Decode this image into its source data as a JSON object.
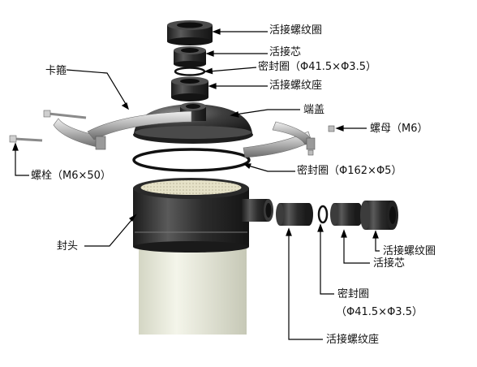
{
  "labels": {
    "union_nut_top": "活接螺纹圈",
    "union_core_top": "活接芯",
    "seal_ring_top": "密封圈（Φ41.5×Φ3.5）",
    "union_seat_top": "活接螺纹座",
    "clamp": "卡箍",
    "end_cap": "端盖",
    "nut": "螺母（M6）",
    "seal_ring_large": "密封圈（Φ162×Φ5）",
    "bolt": "螺栓（M6×50）",
    "head": "封头",
    "union_nut_side": "活接螺纹圈",
    "union_core_side": "活接芯",
    "seal_ring_side": "密封圈",
    "seal_ring_side_spec": "（Φ41.5×Φ3.5）",
    "union_seat_side": "活接螺纹座"
  }
}
